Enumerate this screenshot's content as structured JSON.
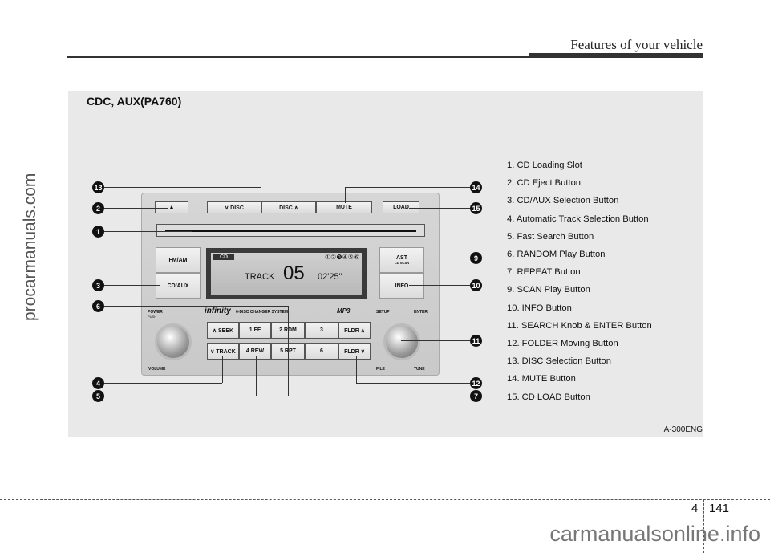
{
  "header": {
    "title": "Features of your vehicle"
  },
  "figure": {
    "title": "CDC, AUX(PA760)",
    "code": "A-300ENG"
  },
  "legend": [
    "1. CD Loading Slot",
    "2. CD Eject Button",
    "3. CD/AUX Selection Button",
    "4. Automatic Track Selection Button",
    "5. Fast Search Button",
    "6. RANDOM Play Button",
    "7. REPEAT Button",
    "9. SCAN Play Button",
    "10. INFO Button",
    "11. SEARCH Knob & ENTER Button",
    "12. FOLDER Moving Button",
    "13. DISC Selection Button",
    "14. MUTE Button",
    "15. CD LOAD Button"
  ],
  "callouts": {
    "c13": "13",
    "c2": "2",
    "c1": "1",
    "c3": "3",
    "c6": "6",
    "c4": "4",
    "c5": "5",
    "c14": "14",
    "c15": "15",
    "c9": "9",
    "c10": "10",
    "c11": "11",
    "c12": "12",
    "c7": "7"
  },
  "radio": {
    "eject": "▲",
    "disc_down": "∨ DISC",
    "disc_up": "DISC ∧",
    "mute": "MUTE",
    "load": "LOAD",
    "fmam": "FM/AM",
    "cdaux": "CD/AUX",
    "ast": "AST",
    "cdscan": "CD SCAN",
    "info": "INFO",
    "lcd_mode": "CD",
    "lcd_discs": "①②❸④⑤⑥",
    "lcd_track_label": "TRACK",
    "lcd_track": "05",
    "lcd_time": "02'25\"",
    "brand": "infinity",
    "changer": "6-DISC CHANGER SYSTEM",
    "mp3": "MP3",
    "power": "POWER",
    "push": "PUSH",
    "volume": "VOLUME",
    "setup": "SETUP",
    "enter": "ENTER",
    "file": "FILE",
    "tune": "TUNE",
    "seek": "∧ SEEK",
    "track": "∨ TRACK",
    "ff": "1  FF",
    "rdm": "2 RDM",
    "b3": "3",
    "rew": "4 REW",
    "rpt": "5 RPT",
    "b6": "6",
    "fldr_up": "FLDR ∧",
    "fldr_down": "FLDR ∨"
  },
  "side_text": "procarmanuals.com",
  "footer": {
    "chapter": "4",
    "page": "141",
    "watermark": "carmanualsonline.info"
  }
}
